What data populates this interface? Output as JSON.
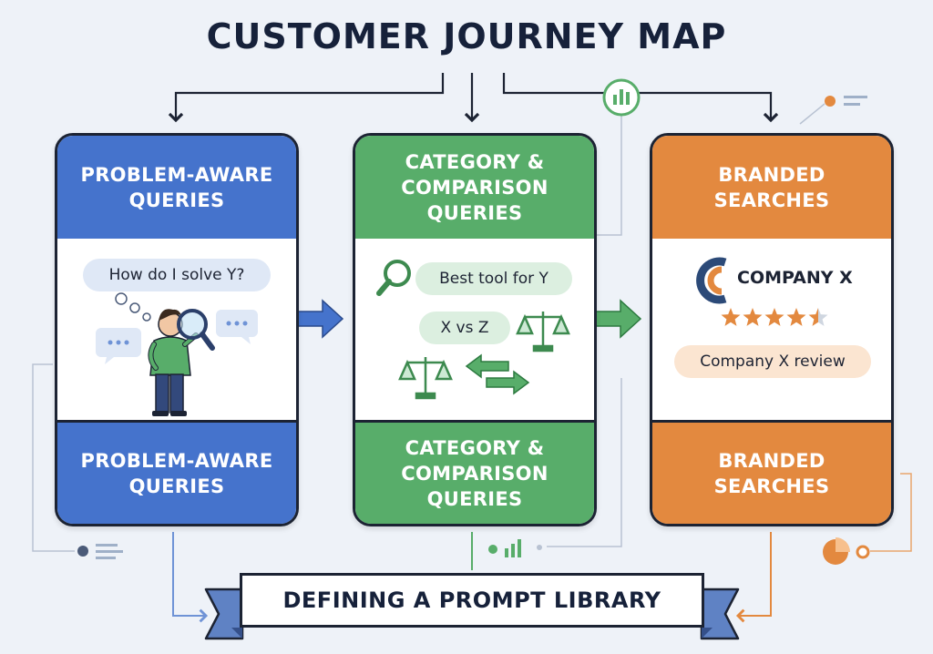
{
  "title": "CUSTOMER JOURNEY MAP",
  "columns": [
    {
      "header": "PROBLEM-AWARE QUERIES",
      "footer": "PROBLEM-AWARE QUERIES",
      "color": "#4573cc",
      "queries": [
        "How do I solve Y?"
      ]
    },
    {
      "header": "CATEGORY & COMPARISON QUERIES",
      "footer": "CATEGORY & COMPARISON QUERIES",
      "color": "#58ad6a",
      "queries": [
        "Best tool for Y",
        "X vs Z"
      ]
    },
    {
      "header": "BRANDED SEARCHES",
      "footer": "BRANDED SEARCHES",
      "color": "#e3893f",
      "brand": "COMPANY X",
      "rating": 4.5,
      "rating_max": 5,
      "queries": [
        "Company X review"
      ]
    }
  ],
  "banner": "DEFINING A PROMPT LIBRARY",
  "icons": [
    "bar-chart-icon",
    "magnifier-icon",
    "scale-icon",
    "swap-arrows-icon",
    "chat-bubble-icon",
    "pie-chart-icon",
    "list-icon",
    "star-icon",
    "company-logo-icon"
  ]
}
